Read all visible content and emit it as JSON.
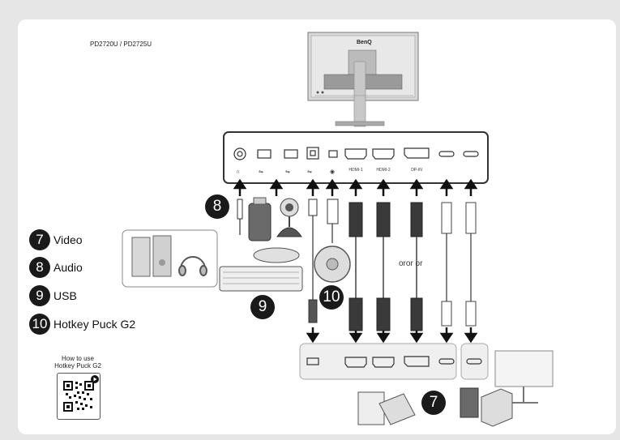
{
  "model_label": "PD2720U / PD2725U",
  "brand": "BenQ",
  "legend": [
    {
      "num": "7",
      "label": "Video"
    },
    {
      "num": "8",
      "label": "Audio"
    },
    {
      "num": "9",
      "label": "USB"
    },
    {
      "num": "10",
      "label": "Hotkey Puck G2"
    }
  ],
  "callouts": {
    "audio": "8",
    "usb": "9",
    "puck": "10",
    "video": "7"
  },
  "qr": {
    "title_line1": "How to use",
    "title_line2": "Hotkey Puck G2"
  },
  "or_text": "oror or",
  "port_labels": [
    "HDMI-1",
    "HDMI-2",
    "DP-IN"
  ],
  "colors": {
    "badge": "#1a1a1a",
    "frame": "#333333",
    "card": "#ffffff",
    "background": "#e6e6e6"
  }
}
